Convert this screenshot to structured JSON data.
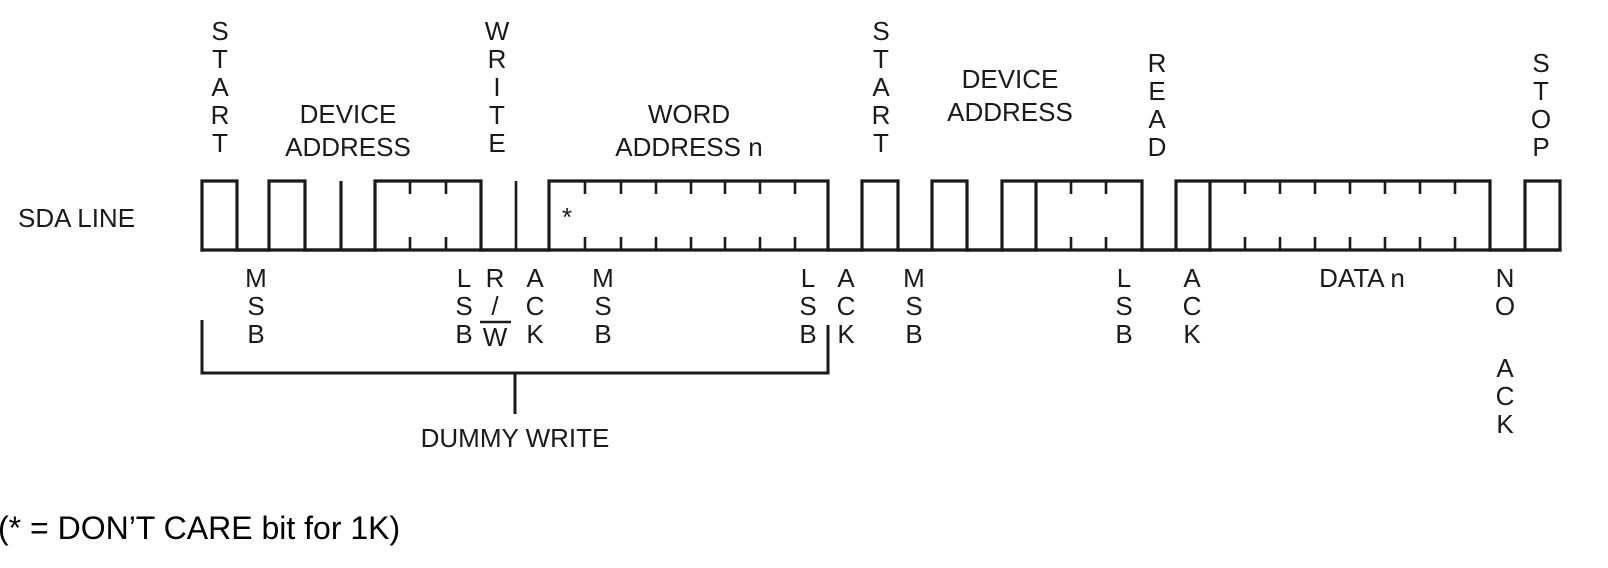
{
  "sda_label": "SDA LINE",
  "top": {
    "start1": "START",
    "device_address_1": [
      "DEVICE",
      "ADDRESS"
    ],
    "write": "WRITE",
    "word_address": [
      "WORD",
      "ADDRESS n"
    ],
    "start2": "START",
    "device_address_2": [
      "DEVICE",
      "ADDRESS"
    ],
    "read": "READ",
    "stop": "STOP"
  },
  "bottom": {
    "msb": "MSB",
    "lsb": "LSB",
    "rw_r": "R",
    "rw_slash": "/",
    "rw_w": "W",
    "ack": "ACK",
    "data": "DATA n",
    "no": "NO",
    "no_ack": "ACK"
  },
  "dont_care_mark": "*",
  "dummy_write": "DUMMY WRITE",
  "footnote": "(* = DON’T CARE bit for 1K)"
}
